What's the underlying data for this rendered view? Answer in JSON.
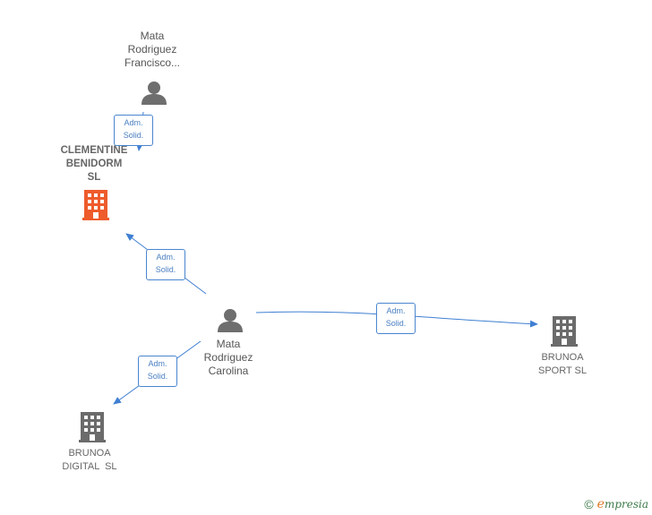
{
  "nodes": {
    "person_francisco": {
      "lines": [
        "Mata",
        "Rodriguez",
        "Francisco..."
      ],
      "icon": "person-icon"
    },
    "company_clementine": {
      "lines": [
        "CLEMENTINE",
        "BENIDORM",
        "SL"
      ],
      "icon": "building-icon",
      "icon_color": "#ee5b2c"
    },
    "person_carolina": {
      "lines": [
        "Mata",
        "Rodriguez",
        "Carolina"
      ],
      "icon": "person-icon"
    },
    "company_brunoa_sport": {
      "lines": [
        "BRUNOA",
        "SPORT SL"
      ],
      "icon": "building-icon",
      "icon_color": "#6b6b6b"
    },
    "company_brunoa_digital": {
      "lines": [
        "BRUNOA",
        "DIGITAL  SL"
      ],
      "icon": "building-icon",
      "icon_color": "#6b6b6b"
    }
  },
  "edges": {
    "francisco_clementine": {
      "lines": [
        "Adm.",
        "Solid."
      ]
    },
    "carolina_clementine": {
      "lines": [
        "Adm.",
        "Solid."
      ]
    },
    "carolina_brunoa_sport": {
      "lines": [
        "Adm.",
        "Solid."
      ]
    },
    "carolina_brunoa_digital": {
      "lines": [
        "Adm.",
        "Solid."
      ]
    }
  },
  "colors": {
    "edge": "#3f7fd2",
    "person_icon": "#6e6e6e"
  },
  "brand": {
    "copyright": "©",
    "e": "e",
    "rest": "mpresia"
  }
}
